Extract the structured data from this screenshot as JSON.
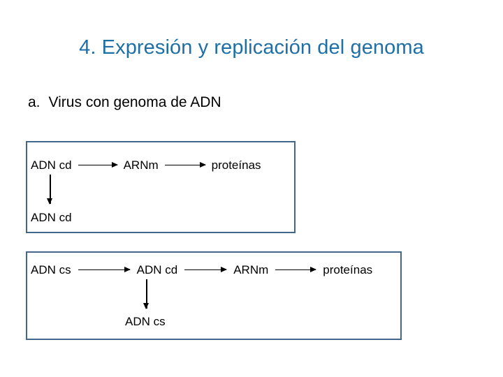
{
  "slide": {
    "title": "4. Expresión y replicación del genoma",
    "title_color": "#1E6FA5",
    "background_color": "#FFFFFF",
    "section": {
      "marker": "a.",
      "label": "Virus con genoma de ADN"
    }
  },
  "diagrams": [
    {
      "id": "dna-double-stranded",
      "border_color": "#44688C",
      "row1": {
        "nodes": [
          "ADN cd",
          "ARNm",
          "proteínas"
        ],
        "arrows": [
          "arrow-right",
          "arrow-right"
        ]
      },
      "branch": {
        "arrow": "arrow-down",
        "from": "ADN cd",
        "to": "ADN cd"
      },
      "row2": {
        "nodes": [
          "ADN cd"
        ]
      }
    },
    {
      "id": "dna-single-stranded",
      "border_color": "#44688C",
      "row1": {
        "nodes": [
          "ADN cs",
          "ADN cd",
          "ARNm",
          "proteínas"
        ],
        "arrows": [
          "arrow-right",
          "arrow-right",
          "arrow-right"
        ]
      },
      "branch": {
        "arrow": "arrow-down",
        "from": "ADN cd",
        "to": "ADN cs"
      },
      "row2": {
        "nodes": [
          "ADN cs"
        ]
      }
    }
  ]
}
